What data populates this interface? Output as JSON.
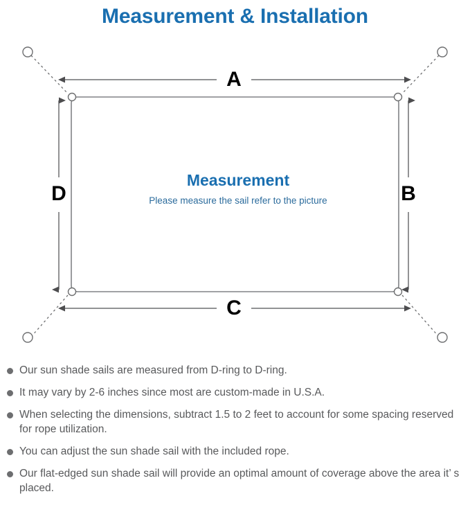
{
  "page": {
    "title": "Measurement & Installation",
    "background_color": "#ffffff",
    "accent_color": "#1a6fb0",
    "text_color": "#58595b",
    "line_color": "#6d6e70"
  },
  "diagram": {
    "name": "sun-shade-sail-measurement-diagram",
    "center_title": "Measurement",
    "center_subtitle": "Please measure the sail refer to the picture",
    "dimension_labels": {
      "top": "A",
      "right": "B",
      "bottom": "C",
      "left": "D"
    },
    "d_rings": [
      {
        "position": "top-left"
      },
      {
        "position": "top-right"
      },
      {
        "position": "bottom-right"
      },
      {
        "position": "bottom-left"
      }
    ],
    "anchor_points": [
      {
        "position": "top-left"
      },
      {
        "position": "top-right"
      },
      {
        "position": "bottom-right"
      },
      {
        "position": "bottom-left"
      }
    ]
  },
  "notes": [
    "Our sun shade sails are measured from D-ring to D-ring.",
    "It may vary by 2-6 inches since most are custom-made in U.S.A.",
    "When selecting the dimensions, subtract 1.5 to 2 feet to account for some spacing reserved for rope utilization.",
    "You can adjust the sun shade sail with the included rope.",
    "Our flat-edged sun shade sail will provide an optimal amount of coverage above the area it’ s placed."
  ]
}
